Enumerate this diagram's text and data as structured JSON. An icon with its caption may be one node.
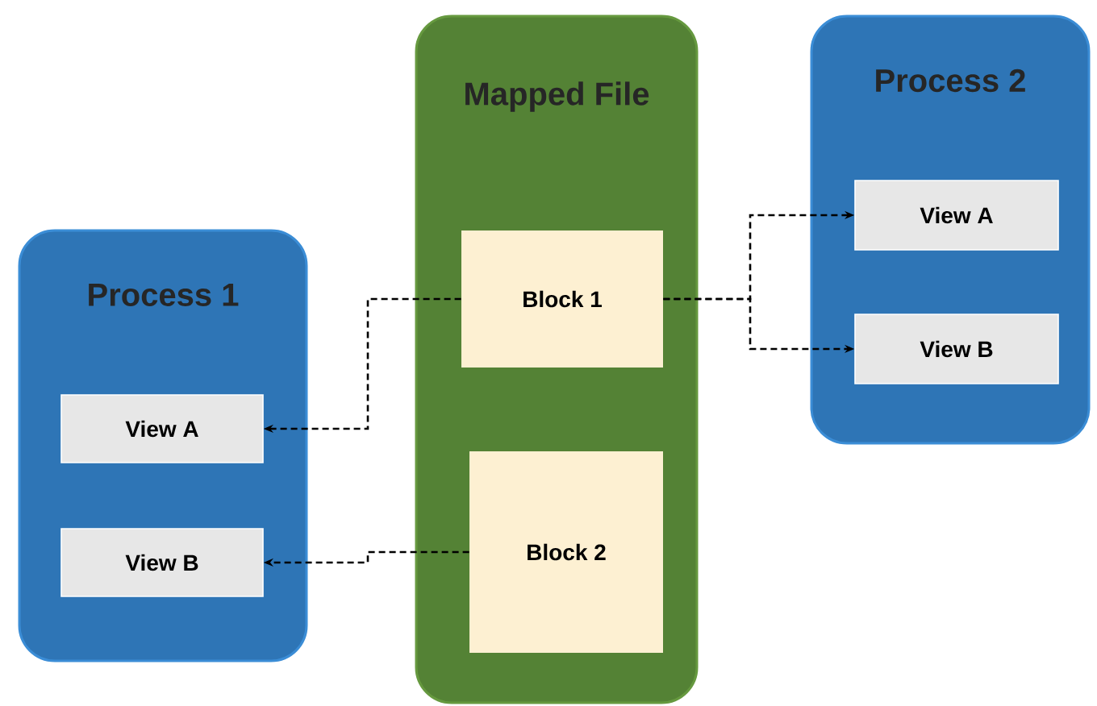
{
  "diagram": {
    "nodes": [
      {
        "text": [
          "Process 1"
        ]
      },
      {
        "text": [
          "View A"
        ],
        "in": 0
      },
      {
        "text": [
          "View B"
        ],
        "in": 0
      },
      {
        "text": [
          "Mapped File"
        ]
      },
      {
        "text": [
          "Block 1"
        ],
        "in": 3
      },
      {
        "text": [
          "Block 2"
        ],
        "in": 3
      },
      {
        "text": [
          "Process 2"
        ]
      },
      {
        "text": [
          "View A"
        ],
        "in": 6
      },
      {
        "text": [
          "View B"
        ],
        "in": 6
      }
    ],
    "edges": [
      {
        "from": 4,
        "to": 1,
        "arrow": "to",
        "style": "dashed"
      },
      {
        "from": 5,
        "to": 2,
        "arrow": "to",
        "style": "dashed"
      },
      {
        "from": 4,
        "to": 7,
        "arrow": "to",
        "style": "dashed"
      },
      {
        "from": 4,
        "to": 8,
        "arrow": "to",
        "style": "dashed"
      }
    ]
  }
}
